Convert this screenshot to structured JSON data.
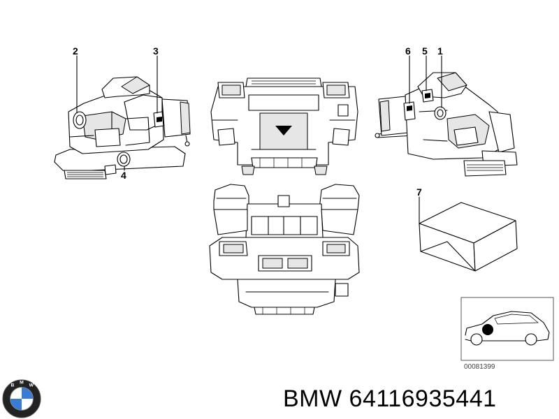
{
  "diagram": {
    "callouts": [
      {
        "id": "1",
        "label": "1"
      },
      {
        "id": "2",
        "label": "2"
      },
      {
        "id": "3",
        "label": "3"
      },
      {
        "id": "4",
        "label": "4"
      },
      {
        "id": "5",
        "label": "5"
      },
      {
        "id": "6",
        "label": "6"
      },
      {
        "id": "7",
        "label": "7"
      }
    ],
    "image_ref": "00081399"
  },
  "footer": {
    "part_label": "BMW 64116935441",
    "logo_letters": "BMW"
  },
  "colors": {
    "line": "#000000",
    "background": "#ffffff",
    "logo_blue": "#3a7bd5"
  },
  "icons": [
    "bmw-logo-icon",
    "car-side-icon"
  ]
}
